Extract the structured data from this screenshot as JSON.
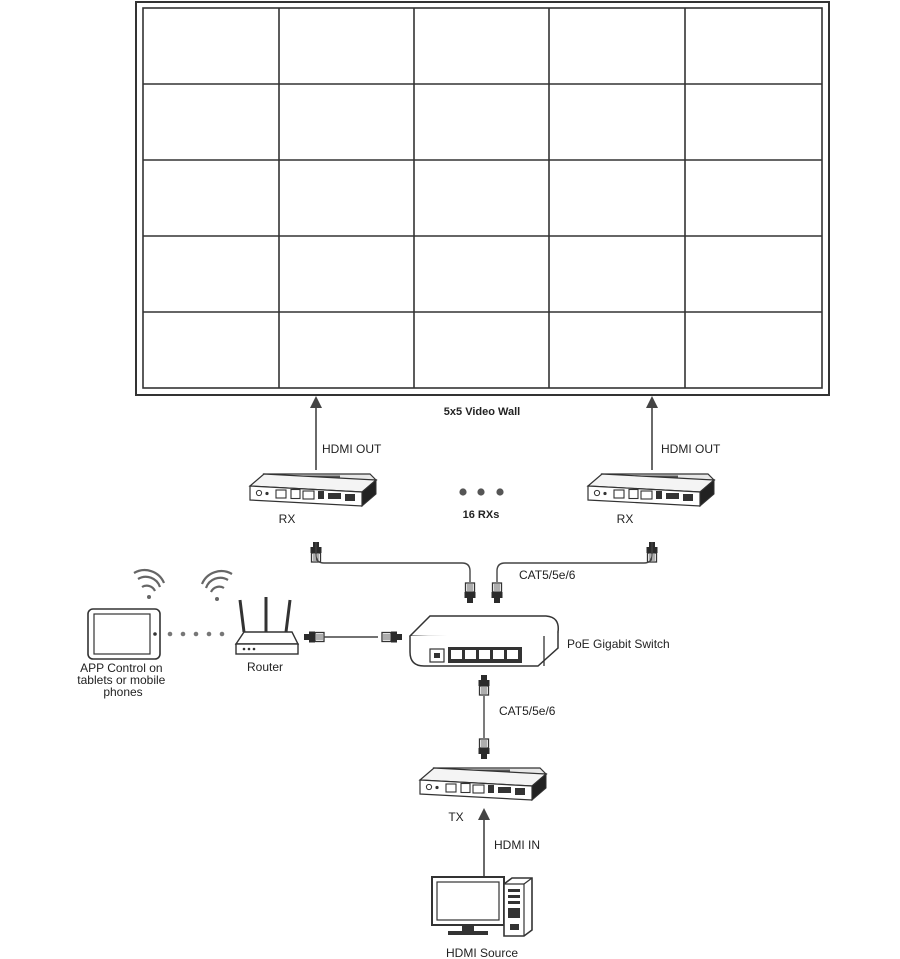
{
  "video_wall": {
    "label": "5x5 Video Wall",
    "rows": 5,
    "cols": 5
  },
  "receivers": {
    "left_label": "RX",
    "right_label": "RX",
    "left_output": "HDMI OUT",
    "right_output": "HDMI OUT",
    "count_label": "16 RXs"
  },
  "switch": {
    "label": "PoE Gigabit Switch"
  },
  "cables": {
    "upper": "CAT5/5e/6",
    "lower": "CAT5/5e/6"
  },
  "router": {
    "label": "Router"
  },
  "app": {
    "label_lines": [
      "APP Control on",
      "tablets or mobile",
      "phones"
    ]
  },
  "transmitter": {
    "label": "TX",
    "input": "HDMI IN"
  },
  "source": {
    "label": "HDMI Source"
  },
  "icons": {
    "wall": "video-wall-icon",
    "rx": "receiver-icon",
    "tx": "transmitter-icon",
    "switch": "network-switch-icon",
    "router": "router-icon",
    "tablet": "tablet-icon",
    "wifi": "wifi-icon",
    "pc": "desktop-computer-icon",
    "rj45": "rj45-connector-icon"
  }
}
